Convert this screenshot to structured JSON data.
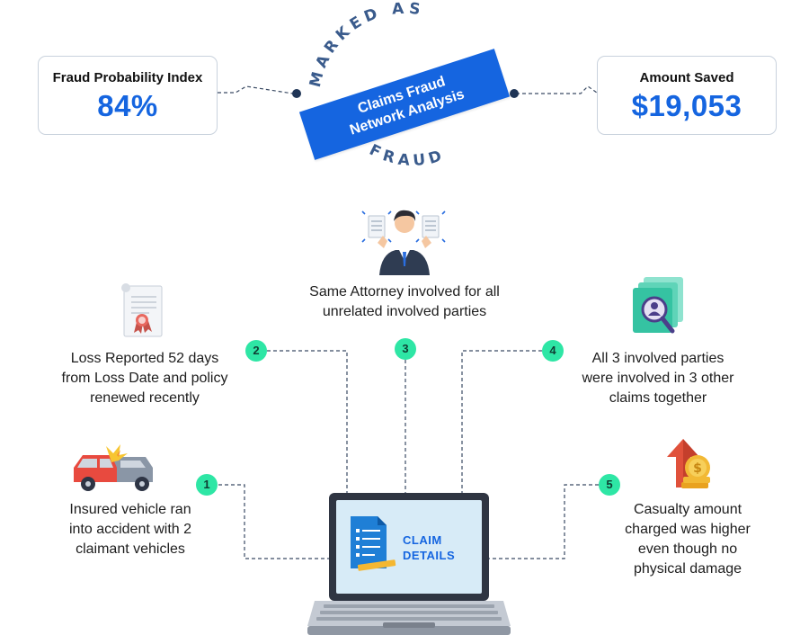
{
  "header": {
    "arc_top": "MARKED AS",
    "arc_bottom": "FRAUD",
    "banner_line1": "Claims Fraud",
    "banner_line2": "Network Analysis"
  },
  "stats": {
    "fraud_label": "Fraud Probability Index",
    "fraud_value": "84%",
    "saved_label": "Amount Saved",
    "saved_value": "$19,053"
  },
  "findings": [
    {
      "number": "1",
      "line1": "Insured vehicle ran",
      "line2": "into accident with 2",
      "line3": "claimant vehicles"
    },
    {
      "number": "2",
      "line1": "Loss Reported 52 days",
      "line2": "from Loss Date and policy",
      "line3": "renewed recently"
    },
    {
      "number": "3",
      "line1": "Same Attorney involved for all",
      "line2": "unrelated involved parties"
    },
    {
      "number": "4",
      "line1": "All 3 involved parties",
      "line2": "were involved in 3 other",
      "line3": "claims together"
    },
    {
      "number": "5",
      "line1": "Casualty amount",
      "line2": "charged was higher",
      "line3": "even though no",
      "line4": "physical damage"
    }
  ],
  "laptop": {
    "line1": "CLAIM",
    "line2": "DETAILS"
  },
  "icons": [
    "car-crash-icon",
    "certificate-icon",
    "attorney-icon",
    "search-documents-icon",
    "rising-cost-icon",
    "claim-document-icon",
    "laptop-icon"
  ],
  "colors": {
    "accent": "#1565e0",
    "badge": "#2ee6a5",
    "connector": "#3a4a63"
  }
}
